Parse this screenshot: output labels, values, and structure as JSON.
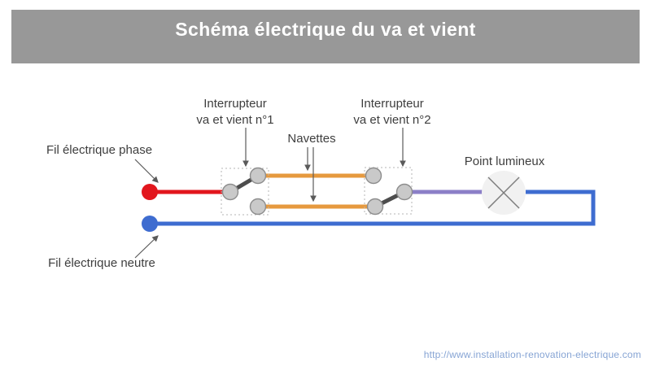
{
  "header": {
    "title": "Schéma électrique du va et vient",
    "background": "#989898",
    "text_color": "#ffffff"
  },
  "diagram": {
    "labels": {
      "phase": "Fil électrique phase",
      "neutral": "Fil électrique neutre",
      "switch1": {
        "line1": "Interrupteur",
        "line2": "va et vient n°1"
      },
      "switch2": {
        "line1": "Interrupteur",
        "line2": "va et vient n°2"
      },
      "shuttles": "Navettes",
      "light_point": "Point lumineux"
    }
  },
  "colors": {
    "phase_wire": "#e2161d",
    "neutral_wire": "#3e6cd0",
    "shuttle_wire": "#e6993e",
    "lamp_wire": "#8b7fc7",
    "terminal_fill": "#c9c9c9",
    "terminal_stroke": "#8d8d8d",
    "lever": "#4d4d4d",
    "lamp_fill": "#f1f1f1",
    "lamp_cross": "#7d7d7d",
    "arrow": "#5a5a5a",
    "dashed_box": "#b5b5b5",
    "label_text": "#3e3e3e"
  },
  "footer": {
    "url": "http://www.installation-renovation-electrique.com",
    "color": "#86a4d4"
  }
}
